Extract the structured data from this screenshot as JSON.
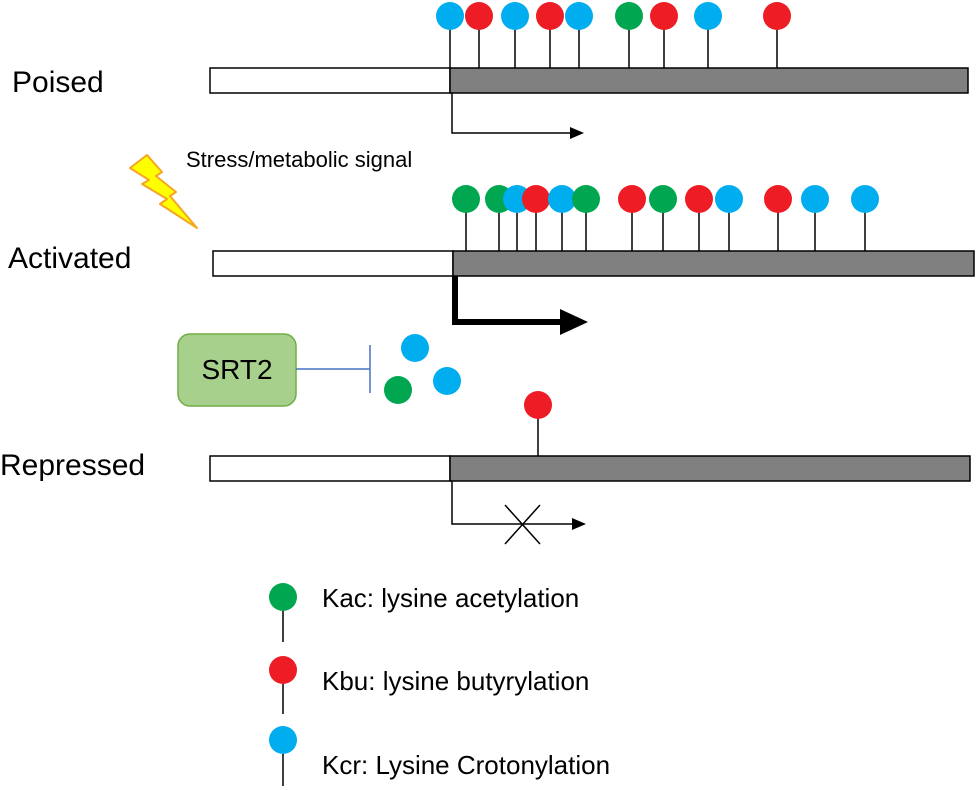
{
  "states": {
    "poised": "Poised",
    "activated": "Activated",
    "repressed": "Repressed"
  },
  "signal_text": "Stress/metabolic signal",
  "enzyme": "SRT2",
  "legend": {
    "kac": "Kac: lysine acetylation",
    "kbu": "Kbu: lysine butyrylation",
    "kcr": "Kcr: Lysine Crotonylation"
  },
  "colors": {
    "kac": "#00a650",
    "kbu": "#ee1c24",
    "kcr": "#00adef",
    "gene_body": "#808080",
    "enzyme_fill": "#a8d08d",
    "enzyme_stroke": "#70ad47",
    "inhibit_line": "#4472c4",
    "lightning": "#ffff00",
    "lightning_stroke": "#f5a623"
  },
  "marks": {
    "poised": [
      "kcr",
      "kbu",
      "kcr",
      "kbu",
      "kcr",
      "kac",
      "kbu",
      "kcr",
      "kbu"
    ],
    "activated": [
      "kac",
      "kac",
      "kcr",
      "kbu",
      "kcr",
      "kac",
      "kbu",
      "kac",
      "kbu",
      "kcr",
      "kbu",
      "kcr",
      "kcr"
    ],
    "repressed": [
      "kbu"
    ],
    "free": [
      "kcr",
      "kac",
      "kcr"
    ]
  }
}
